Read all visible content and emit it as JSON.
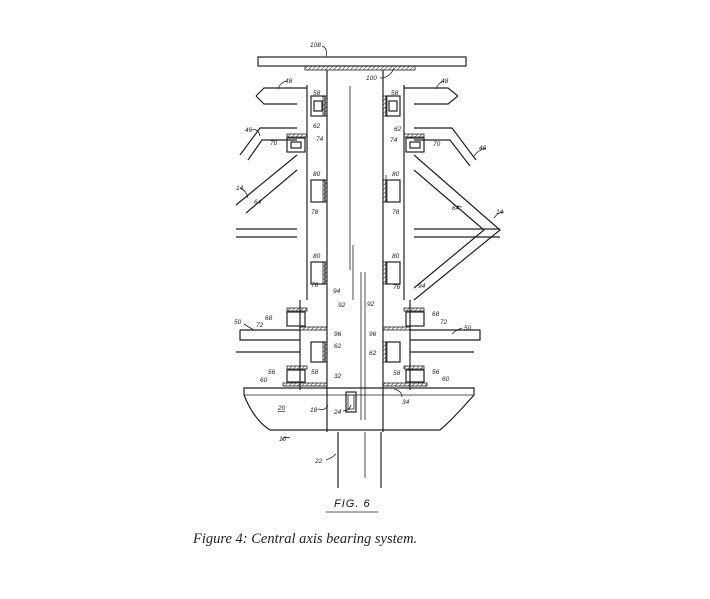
{
  "figure": {
    "title": "FIG. 6",
    "caption": "Figure 4: Central axis bearing system.",
    "labels": {
      "l108": "108",
      "l100": "100",
      "l48a": "48",
      "l48b": "48",
      "l58a": "58",
      "l58b": "58",
      "l62a": "62",
      "l62b": "62",
      "l46a": "46",
      "l46b": "46",
      "l70a": "70",
      "l70b": "70",
      "l74a": "74",
      "l74b": "74",
      "l14a": "14",
      "l14b": "14",
      "l64a": "64",
      "l64b": "64",
      "l80a": "80",
      "l80b": "80",
      "l78a": "78",
      "l78b": "78",
      "l80c": "80",
      "l80d": "80",
      "l76a": "76",
      "l76b": "76",
      "l94a": "94",
      "l94b": "94",
      "l92a": "92",
      "l92b": "92",
      "l68a": "68",
      "l68b": "68",
      "l50a": "50",
      "l50b": "50",
      "l72a": "72",
      "l72b": "72",
      "l96a": "96",
      "l96b": "96",
      "l62c": "62",
      "l62d": "62",
      "l58c": "58",
      "l58d": "58",
      "l56a": "56",
      "l56b": "56",
      "l60a": "60",
      "l60b": "60",
      "l32": "32",
      "l34": "34",
      "l20": "20",
      "l18": "18",
      "l24": "24",
      "l10": "10",
      "l22": "22"
    }
  }
}
